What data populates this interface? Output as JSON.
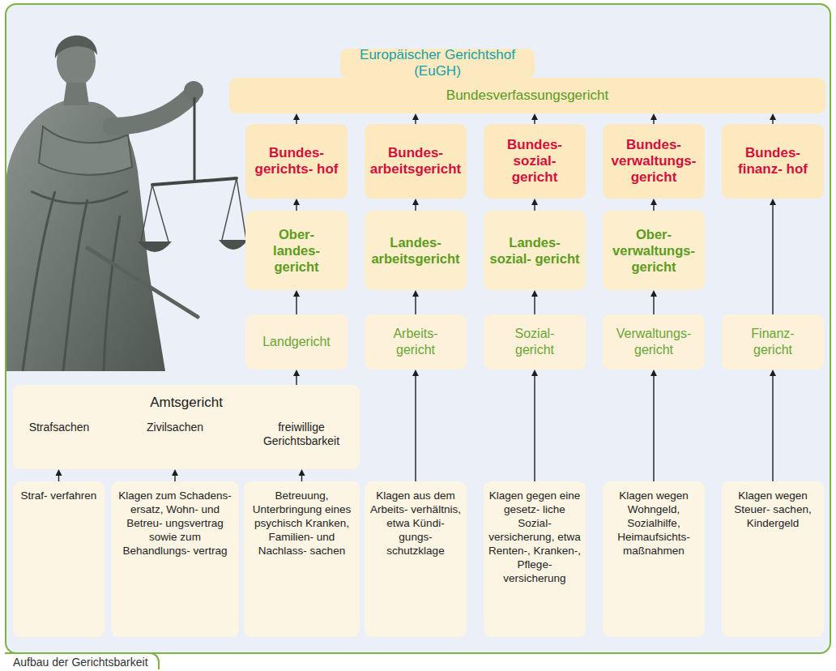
{
  "diagram": {
    "caption": "Aufbau der Gerichtsbarkeit",
    "nodes": [
      {
        "text": [
          "Europäischer Gerichtshof (EuGH)"
        ]
      },
      {
        "text": [
          "Bundesverfassungsgericht"
        ]
      },
      {
        "text": [
          "Bundes- gerichts- hof"
        ]
      },
      {
        "text": [
          "Bundes- arbeitsgericht"
        ]
      },
      {
        "text": [
          "Bundes- sozial- gericht"
        ]
      },
      {
        "text": [
          "Bundes- verwaltungs- gericht"
        ]
      },
      {
        "text": [
          "Bundes- finanz- hof"
        ]
      },
      {
        "text": [
          "Ober- landes- gericht"
        ]
      },
      {
        "text": [
          "Landes- arbeitsgericht"
        ]
      },
      {
        "text": [
          "Landes- sozial- gericht"
        ]
      },
      {
        "text": [
          "Ober- verwaltungs- gericht"
        ]
      },
      {
        "text": [
          "Landgericht"
        ]
      },
      {
        "text": [
          "Arbeits- gericht"
        ]
      },
      {
        "text": [
          "Sozial- gericht"
        ]
      },
      {
        "text": [
          "Verwaltungs- gericht"
        ]
      },
      {
        "text": [
          "Finanz- gericht"
        ]
      },
      {
        "text": [
          "Amtsgericht",
          "Strafsachen",
          "Zivilsachen",
          "freiwillige Gerichtsbarkeit"
        ]
      },
      {
        "text": [
          "Straf- verfahren"
        ]
      },
      {
        "text": [
          "Klagen zum Schadens- ersatz, Wohn- und Betreu- ungsvertrag sowie zum Behandlungs- vertrag"
        ]
      },
      {
        "text": [
          "Betreuung, Unterbringung eines psychisch Kranken, Familien- und Nachlass- sachen"
        ]
      },
      {
        "text": [
          "Klagen aus dem Arbeits- verhältnis, etwa Kündi- gungs- schutzklage"
        ]
      },
      {
        "text": [
          "Klagen gegen eine gesetz- liche Sozial- versicherung, etwa Renten-, Kranken-, Pflege- versicherung"
        ]
      },
      {
        "text": [
          "Klagen wegen Wohngeld, Sozialhilfe, Heimaufsichts- maßnahmen"
        ]
      },
      {
        "text": [
          "Klagen wegen Steuer- sachen, Kindergeld"
        ]
      }
    ],
    "edges": [
      {
        "from": 1,
        "to": 0,
        "arrow": "to"
      },
      {
        "from": 2,
        "to": 1,
        "arrow": "to"
      },
      {
        "from": 3,
        "to": 1,
        "arrow": "to"
      },
      {
        "from": 4,
        "to": 1,
        "arrow": "to"
      },
      {
        "from": 5,
        "to": 1,
        "arrow": "to"
      },
      {
        "from": 6,
        "to": 1,
        "arrow": "to"
      },
      {
        "from": 7,
        "to": 2,
        "arrow": "to"
      },
      {
        "from": 8,
        "to": 3,
        "arrow": "to"
      },
      {
        "from": 9,
        "to": 4,
        "arrow": "to"
      },
      {
        "from": 10,
        "to": 5,
        "arrow": "to"
      },
      {
        "from": 15,
        "to": 6,
        "arrow": "to"
      },
      {
        "from": 11,
        "to": 7,
        "arrow": "to"
      },
      {
        "from": 12,
        "to": 8,
        "arrow": "to"
      },
      {
        "from": 13,
        "to": 9,
        "arrow": "to"
      },
      {
        "from": 14,
        "to": 10,
        "arrow": "to"
      },
      {
        "from": 16,
        "to": 11,
        "arrow": "to"
      },
      {
        "from": 17,
        "to": 16,
        "arrow": "to"
      },
      {
        "from": 18,
        "to": 16,
        "arrow": "to"
      },
      {
        "from": 19,
        "to": 16,
        "arrow": "to"
      },
      {
        "from": 20,
        "to": 12,
        "arrow": "to"
      },
      {
        "from": 21,
        "to": 13,
        "arrow": "to"
      },
      {
        "from": 22,
        "to": 14,
        "arrow": "to"
      },
      {
        "from": 23,
        "to": 15,
        "arrow": "to"
      }
    ]
  }
}
